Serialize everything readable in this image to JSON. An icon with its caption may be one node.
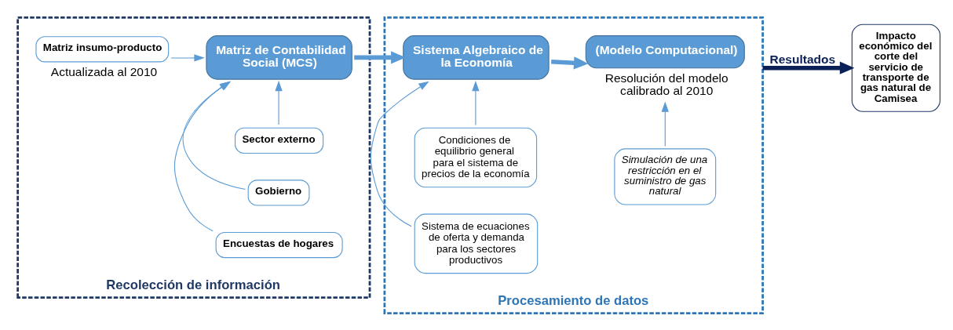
{
  "diagram": {
    "nodes": [
      {
        "text": [
          "Recolección de información"
        ]
      },
      {
        "text": [
          "Sector externo"
        ],
        "in": 0
      },
      {
        "text": [
          "Matriz insumo-producto"
        ],
        "in": 0,
        "beside": [
          "Actualizada al 2010"
        ]
      },
      {
        "text": [
          "Matriz de Contabilidad Social (MCS)"
        ],
        "in": 0
      },
      {
        "text": [
          "Gobierno"
        ],
        "in": 0
      },
      {
        "text": [
          "Encuestas de hogares"
        ],
        "in": 0
      },
      {
        "text": [
          "Procesamiento de datos"
        ]
      },
      {
        "text": [
          "Condiciones de equilibrio general para el sistema de precios de la economía"
        ],
        "in": 6
      },
      {
        "text": [
          "Simulación de una restricción en el suministro de gas natural"
        ],
        "in": 6
      },
      {
        "text": [
          "Sistema Algebraico de la Economía"
        ],
        "in": 6
      },
      {
        "text": [
          "(Modelo Computacional)"
        ],
        "in": 6,
        "beside": [
          "Resolución del modelo calibrado al 2010"
        ]
      },
      {
        "text": [
          "Sistema de ecuaciones de oferta y demanda para los sectores productivos"
        ],
        "in": 6
      },
      {
        "text": [
          "Impacto económico del corte del servicio de transporte de gas natural de Camisea"
        ]
      }
    ],
    "edges": [
      {
        "from": 1,
        "to": 3,
        "arrow": "to"
      },
      {
        "from": 2,
        "to": 3,
        "arrow": "to"
      },
      {
        "from": 4,
        "to": 3,
        "arrow": "to"
      },
      {
        "from": 5,
        "to": 3,
        "arrow": "to"
      },
      {
        "from": 3,
        "to": 9,
        "arrow": "to",
        "style": "thick"
      },
      {
        "from": 7,
        "to": 9,
        "arrow": "to"
      },
      {
        "from": 11,
        "to": 9,
        "arrow": "to"
      },
      {
        "from": 9,
        "to": 10,
        "arrow": "to",
        "style": "thick"
      },
      {
        "from": 8,
        "to": 10,
        "arrow": "to"
      },
      {
        "from": 6,
        "to": 12,
        "arrow": "to",
        "label": "Resultados",
        "style": "thick",
        "color": "#0b2057"
      }
    ]
  }
}
